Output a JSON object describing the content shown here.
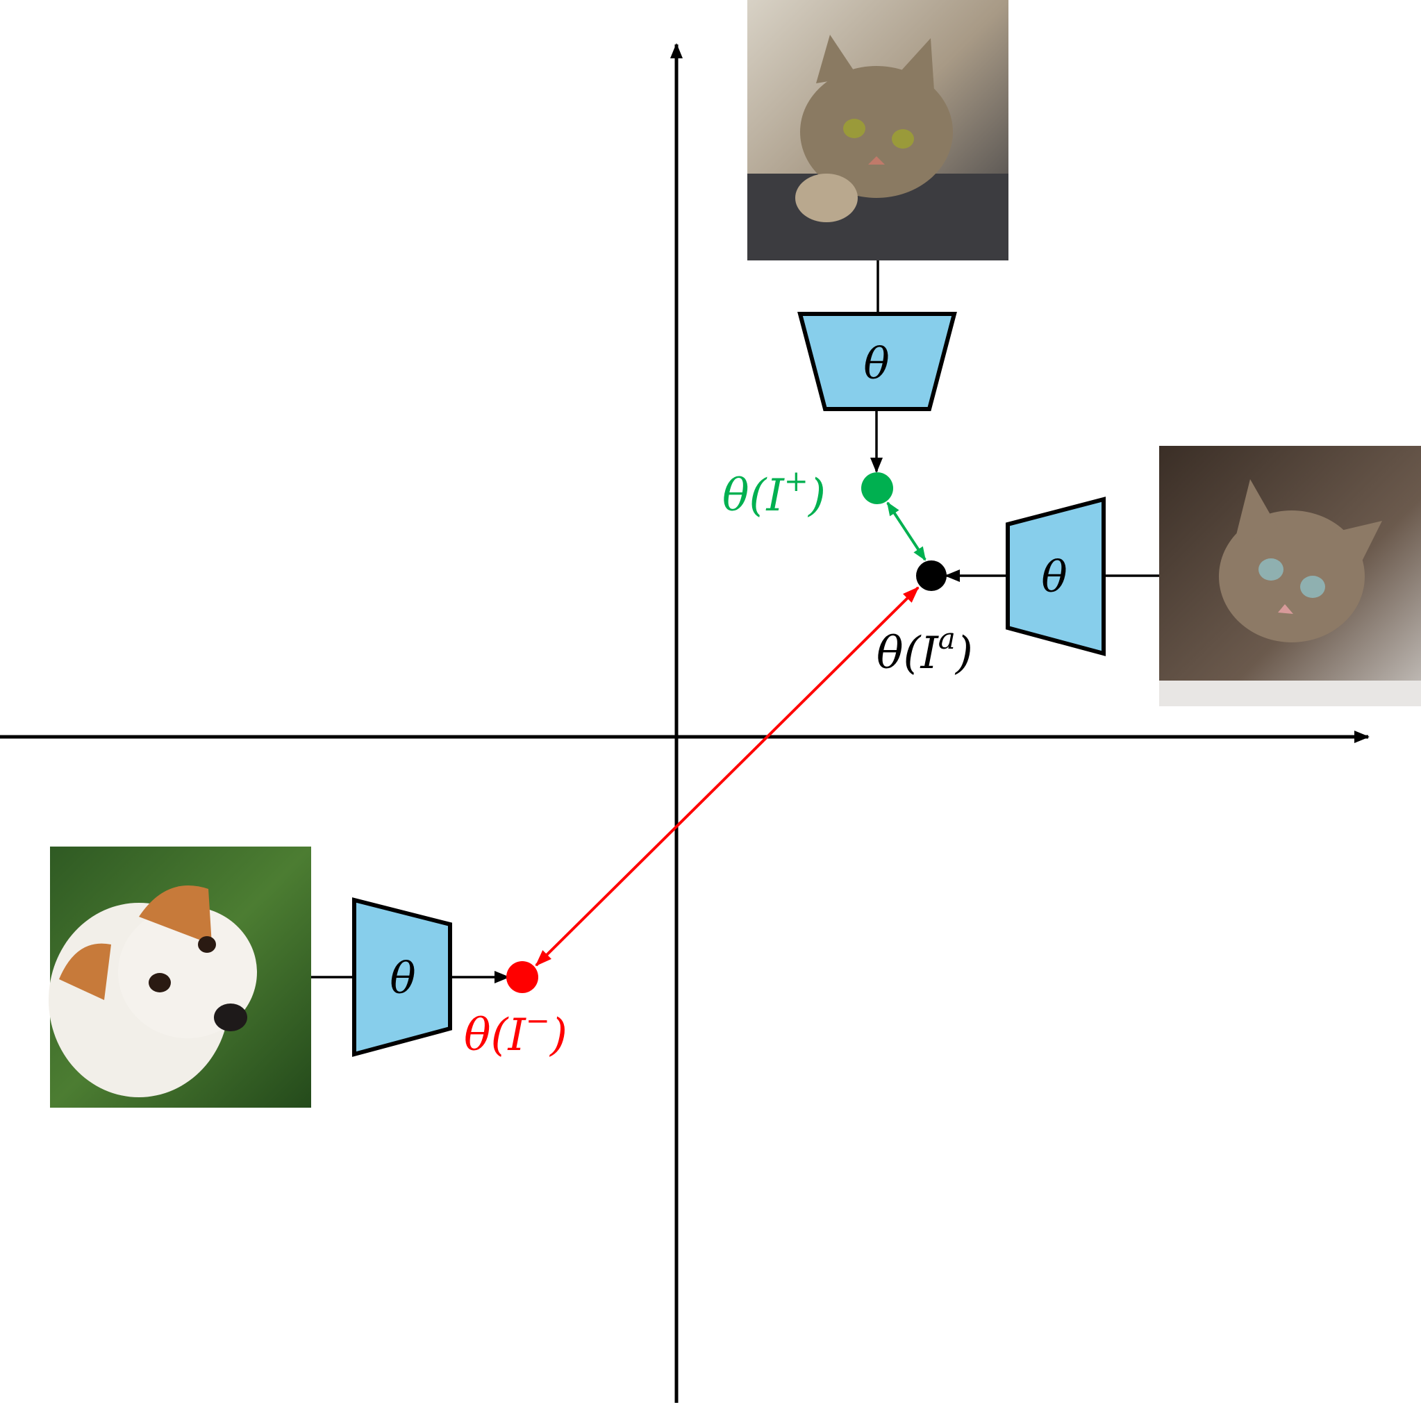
{
  "colors": {
    "encoder_fill": "#87ceeb",
    "encoder_stroke": "#000000",
    "axis": "#000000",
    "positive": "#00b050",
    "negative": "#ff0000",
    "anchor": "#000000"
  },
  "encoders": [
    {
      "id": "top",
      "label": "θ"
    },
    {
      "id": "right",
      "label": "θ"
    },
    {
      "id": "left",
      "label": "θ"
    }
  ],
  "images": [
    {
      "id": "positive-cat",
      "icon": "cat-photo"
    },
    {
      "id": "anchor-cat",
      "icon": "cat-photo"
    },
    {
      "id": "negative-dog",
      "icon": "dog-photo"
    }
  ],
  "labels": {
    "positive": {
      "base": "θ(I",
      "sup": "+",
      "close": ")"
    },
    "anchor": {
      "base": "θ(I",
      "sup": "a",
      "close": ")"
    },
    "negative": {
      "base": "θ(I",
      "sup": "−",
      "close": ")"
    }
  }
}
